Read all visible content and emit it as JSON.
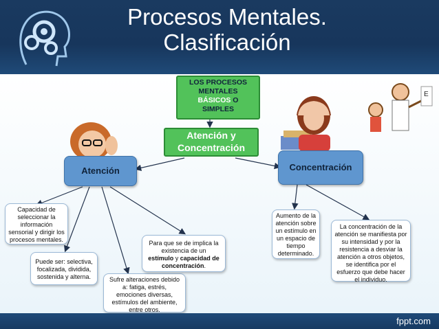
{
  "title": {
    "line1": "Procesos Mentales.",
    "line2": "Clasificación"
  },
  "top_box": {
    "part1": "LOS PROCESOS MENTALES",
    "part2": "BÁSICOS",
    "part3": "O",
    "part4": "SIMPLES"
  },
  "center_box": "Atención y Concentración",
  "atencion": "Atención",
  "concentracion": "Concentración",
  "notes": {
    "capacidad": "Capacidad de seleccionar la información sensorial y dirigir los procesos mentales.",
    "puede_ser": "Puede ser: selectiva, focalizada, dividida, sostenida y alterna.",
    "sufre": "Sufre alteraciones debido a: fatiga, estrés, emociones diversas, estímulos del ambiente, entre otros.",
    "para_que_a": "Para que se de implica la existencia de un",
    "para_que_b": "estímulo",
    "para_que_c": "y",
    "para_que_d": "capacidad de concentración",
    "para_que_e": ".",
    "aumento": "Aumento de la atención sobre un estímulo en un espacio de tiempo determinado.",
    "la_concentracion": "La concentración de la atención se manifiesta por su intensidad y por la resistencia a desviar la atención a otros objetos, se identifica por el esfuerzo que debe hacer el individuo."
  },
  "footer_brand": "fppt.com",
  "colors": {
    "header": "#1a3a60",
    "green": "#52c25a",
    "blue_box": "#5f96cf",
    "basicos": "#ffffff"
  }
}
